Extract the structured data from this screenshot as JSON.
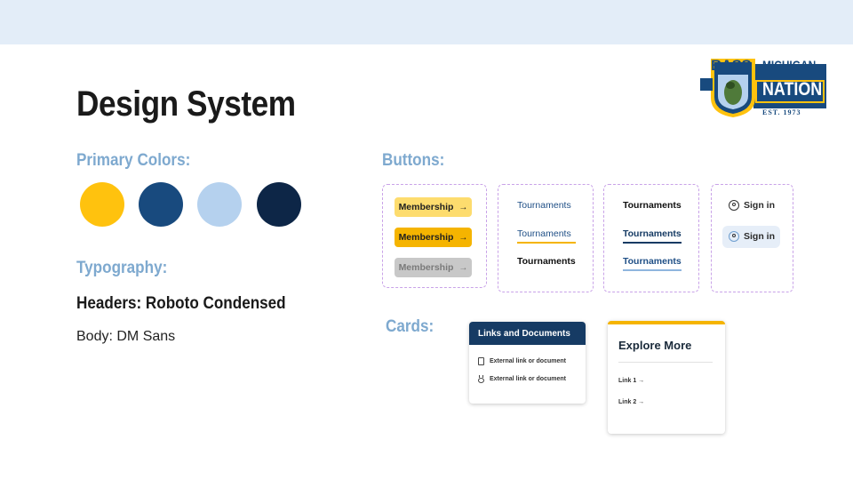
{
  "header_band_color": "#e3edf8",
  "title": "Design System",
  "primary_colors": {
    "label": "Primary Colors:",
    "swatches": [
      "#ffc20e",
      "#184a7e",
      "#b5d1ee",
      "#0d2647"
    ]
  },
  "typography": {
    "label": "Typography:",
    "headers": "Headers: Roboto Condensed",
    "body": "Body: DM Sans"
  },
  "logo": {
    "line1": "BASS",
    "line2": "MICHIGAN",
    "line3": "NATION",
    "line4": "EST. 1973"
  },
  "buttons": {
    "label": "Buttons:",
    "membership": [
      "Membership",
      "Membership",
      "Membership"
    ],
    "arrow": "→",
    "tournaments_light": [
      "Tournaments",
      "Tournaments",
      "Tournaments"
    ],
    "tournaments_dark": [
      "Tournaments",
      "Tournaments",
      "Tournaments"
    ],
    "signin": [
      "Sign in",
      "Sign in"
    ]
  },
  "cards": {
    "label": "Cards:",
    "links_card": {
      "title": "Links and Documents",
      "rows": [
        "External link or document",
        "External link or document"
      ]
    },
    "explore_card": {
      "title": "Explore More",
      "links": [
        "Link 1 →",
        "Link 2 →"
      ]
    }
  }
}
